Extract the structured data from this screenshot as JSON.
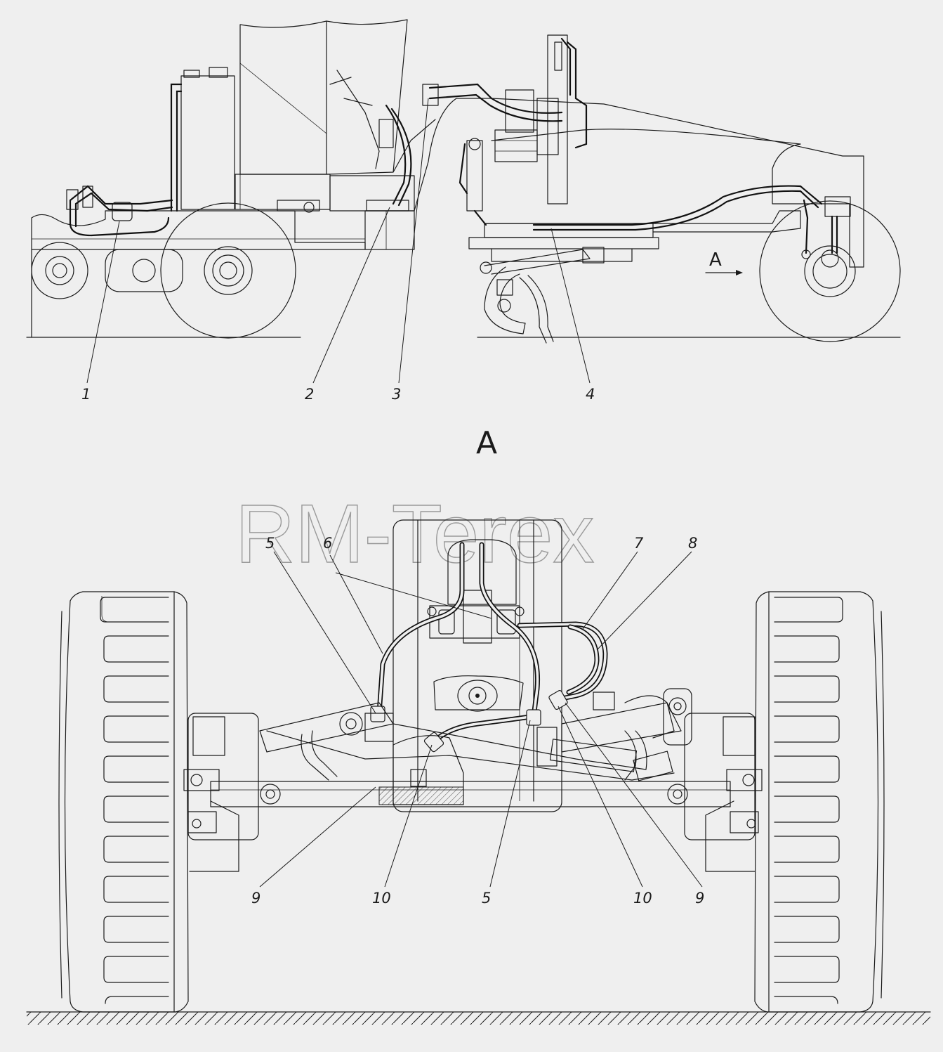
{
  "watermark": "RM-Terex",
  "view_title": "A",
  "view_arrow_label": "A",
  "callouts": {
    "c1": "1",
    "c2": "2",
    "c3": "3",
    "c4": "4",
    "c5a": "5",
    "c6": "6",
    "c7": "7",
    "c8": "8",
    "c9a": "9",
    "c10a": "10",
    "c5b": "5",
    "c10b": "10",
    "c9b": "9"
  }
}
